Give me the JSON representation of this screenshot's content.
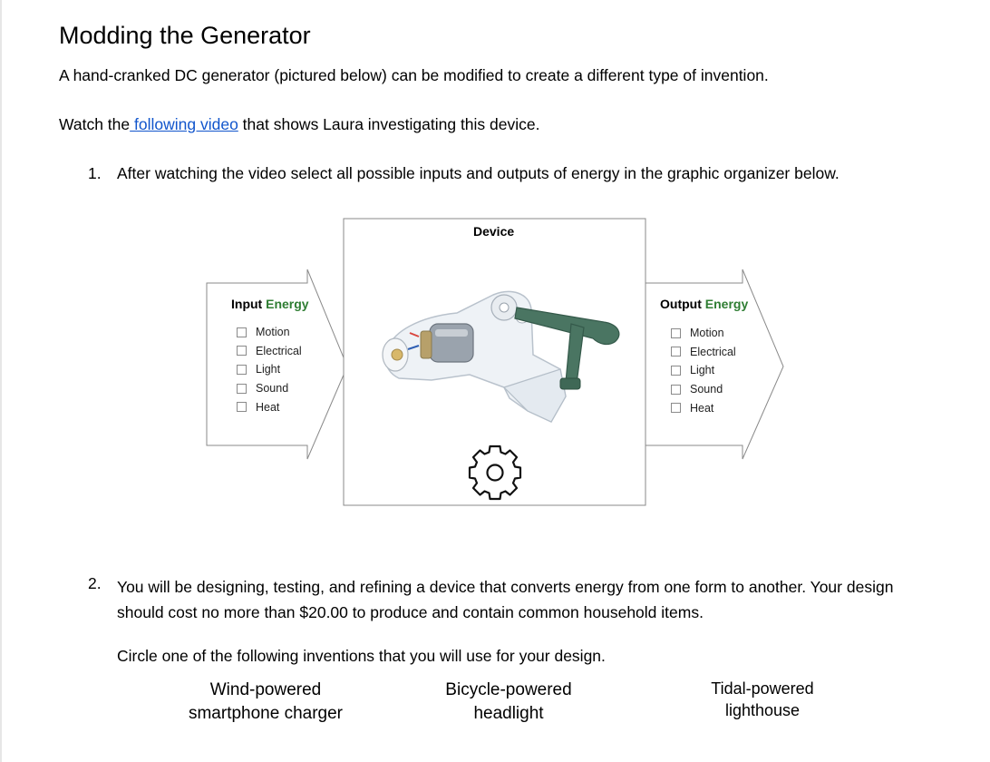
{
  "title": "Modding the Generator",
  "intro": "A hand-cranked DC generator (pictured below) can be modified to create a different type of invention.",
  "watch": {
    "before": "Watch the",
    "link": " following video",
    "after": " that shows Laura investigating this device."
  },
  "question1": {
    "number": "1.",
    "text": "After watching the video select all possible inputs and outputs of energy in the graphic organizer below."
  },
  "organizer": {
    "device_label": "Device",
    "input": {
      "heading_bold": "Input",
      "heading_green": " Energy",
      "options": [
        "Motion",
        "Electrical",
        "Light",
        "Sound",
        "Heat"
      ]
    },
    "output": {
      "heading_bold": "Output",
      "heading_green": " Energy",
      "options": [
        "Motion",
        "Electrical",
        "Light",
        "Sound",
        "Heat"
      ]
    },
    "icons": [
      "hand-crank-generator-image",
      "gear-icon"
    ],
    "colors": {
      "energy_word": "#2e7d32",
      "crank_handle": "#4a7562"
    }
  },
  "question2": {
    "number": "2.",
    "text": "You will be designing, testing, and refining a device that converts energy from one form to another.  Your design should cost no more than $20.00 to produce and contain common household items."
  },
  "circle_instruction": "Circle one of the following inventions that you will use for your design.",
  "inventions": [
    "Wind-powered\nsmartphone charger",
    "Bicycle-powered\nheadlight",
    "Tidal-powered\nlighthouse"
  ]
}
